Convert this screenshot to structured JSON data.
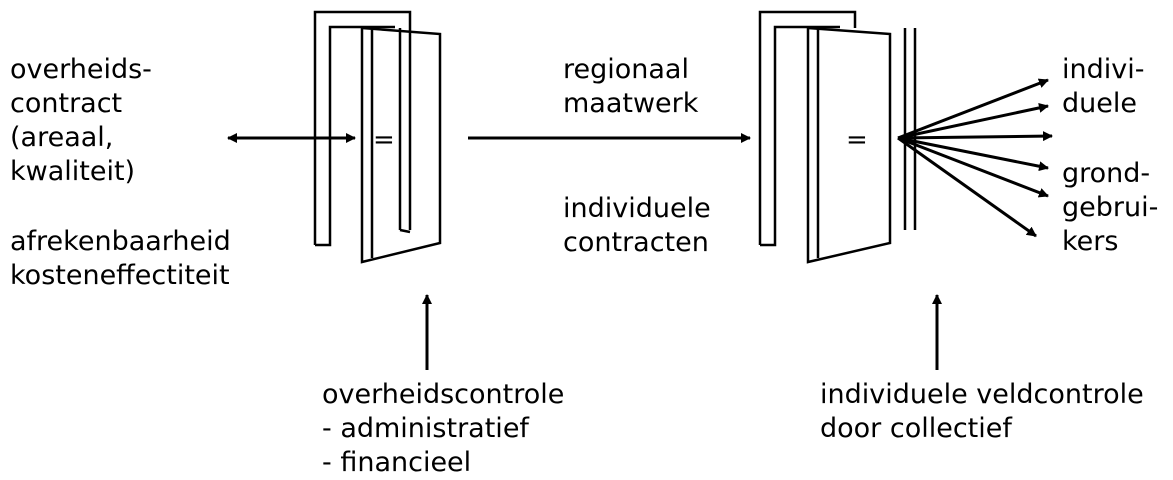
{
  "left_labels": {
    "contract": [
      "overheids-",
      "contract",
      "(areaal,",
      "kwaliteit)"
    ],
    "accountability": [
      "afrekenbaarheid",
      "kosteneffectiteit"
    ]
  },
  "middle_labels": {
    "top": [
      "regionaal",
      "maatwerk"
    ],
    "bottom": [
      "individuele",
      "contracten"
    ]
  },
  "right_labels": {
    "top": [
      "indivi-",
      "duele"
    ],
    "bottom": [
      "grond-",
      "gebrui-",
      "kers"
    ]
  },
  "bottom_labels": {
    "left": [
      "overheidscontrole",
      "- administratief",
      "- financieel"
    ],
    "right": [
      "individuele veldcontrole",
      "door collectief"
    ]
  },
  "doors": {
    "left": {
      "handle": "="
    },
    "right": {
      "handle": "="
    }
  }
}
